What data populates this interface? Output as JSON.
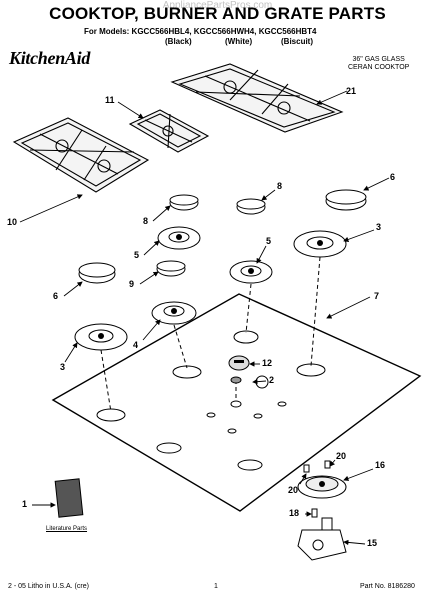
{
  "header": {
    "watermark": "AppliancePartsPros.com",
    "title": "COOKTOP, BURNER AND GRATE PARTS",
    "models_line": "For Models: KGCC566HBL4, KGCC566HWH4, KGCC566HBT4",
    "colors": [
      "(Black)",
      "(White)",
      "(Biscuit)"
    ],
    "brand": "KitchenAid",
    "description": [
      "36\" GAS GLASS",
      "CERAN COOKTOP"
    ]
  },
  "callouts": {
    "c21": "21",
    "c11": "11",
    "c10": "10",
    "c8a": "8",
    "c8b": "8",
    "c6a": "6",
    "c6b": "6",
    "c5a": "5",
    "c5b": "5",
    "c3a": "3",
    "c3b": "3",
    "c9": "9",
    "c4": "4",
    "c7": "7",
    "c12": "12",
    "c2": "2",
    "c1": "1",
    "c20a": "20",
    "c20b": "20",
    "c16": "16",
    "c18": "18",
    "c15": "15"
  },
  "literature_label": "Literature Parts",
  "footer": {
    "left": "2 - 05 Litho in U.S.A. (cre)",
    "page": "1",
    "part_no": "Part No. 8186280"
  }
}
